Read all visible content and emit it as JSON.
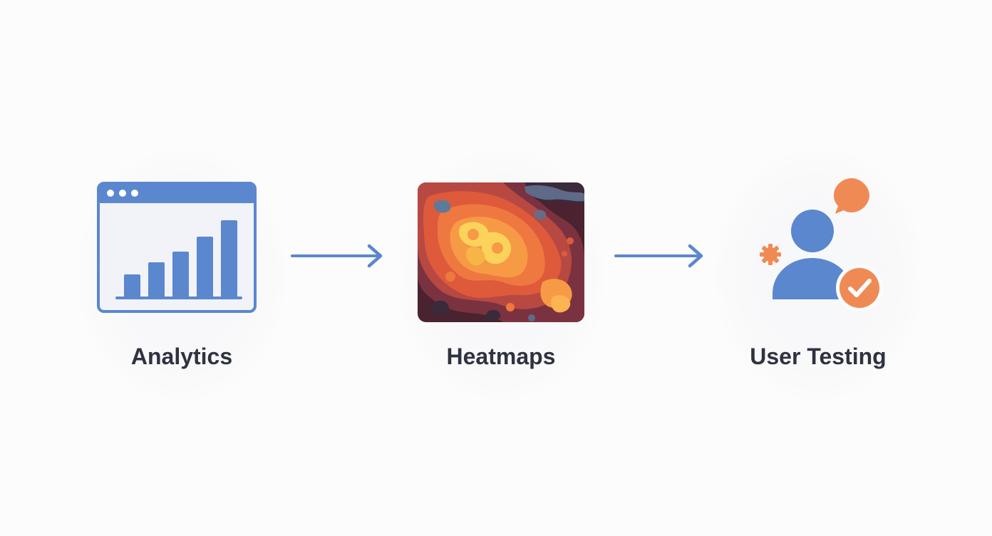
{
  "steps": [
    {
      "label": "Analytics",
      "icon": "bar-chart-window-icon"
    },
    {
      "label": "Heatmaps",
      "icon": "heatmap-icon"
    },
    {
      "label": "User Testing",
      "icon": "user-check-icon"
    }
  ],
  "colors": {
    "primary_blue": "#5b87cf",
    "accent_orange": "#f08a55",
    "text": "#2f3240",
    "background": "#fcfcfc"
  }
}
